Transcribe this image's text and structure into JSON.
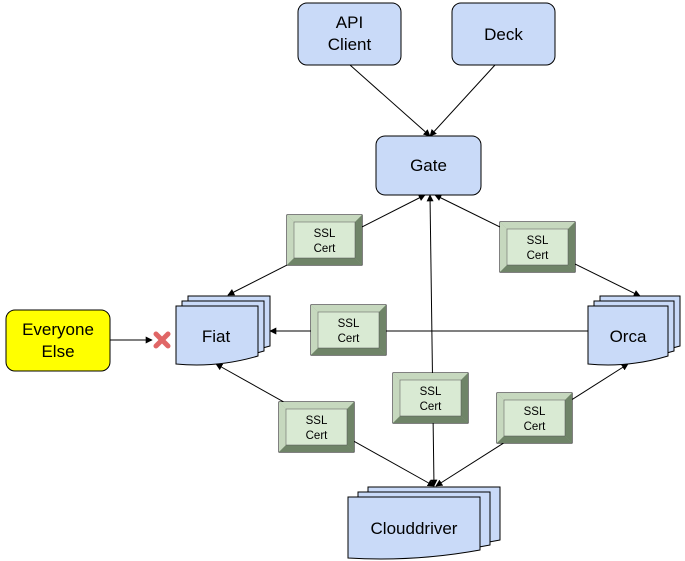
{
  "colors": {
    "node_fill": "#c9daf8",
    "node_stroke": "#000000",
    "highlight_fill": "#ffff00",
    "cert_face": "#d9ead3",
    "cert_bevel_light": "#c6d8be",
    "cert_bevel_dark": "#93a98b",
    "cert_bevel_darker": "#6f8468",
    "blocked_color": "#e06666",
    "edge_color": "#000000"
  },
  "nodes": {
    "api_client": {
      "label_line1": "API",
      "label_line2": "Client"
    },
    "deck": {
      "label": "Deck"
    },
    "gate": {
      "label": "Gate"
    },
    "fiat": {
      "label": "Fiat"
    },
    "orca": {
      "label": "Orca"
    },
    "clouddriver": {
      "label": "Clouddriver"
    },
    "everyone_else": {
      "label_line1": "Everyone",
      "label_line2": "Else"
    }
  },
  "certs": {
    "fiat_gate": {
      "line1": "SSL",
      "line2": "Cert"
    },
    "gate_orca": {
      "line1": "SSL",
      "line2": "Cert"
    },
    "fiat_orca": {
      "line1": "SSL",
      "line2": "Cert"
    },
    "gate_clouddriver": {
      "line1": "SSL",
      "line2": "Cert"
    },
    "fiat_clouddriver": {
      "line1": "SSL",
      "line2": "Cert"
    },
    "orca_clouddriver": {
      "line1": "SSL",
      "line2": "Cert"
    }
  },
  "blocked_icon": "x-mark-icon"
}
